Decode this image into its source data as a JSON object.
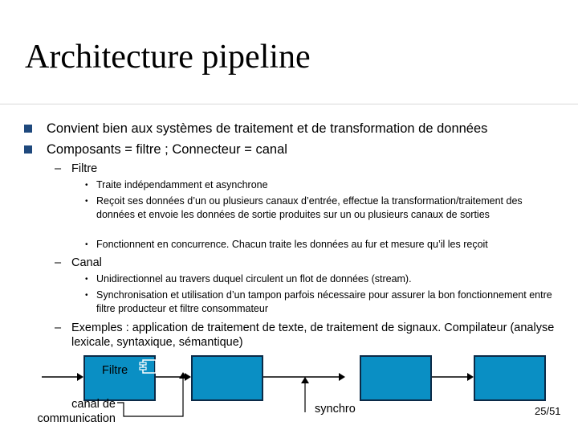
{
  "slide": {
    "title": "Architecture pipeline",
    "bullets": [
      "Convient bien aux systèmes de traitement et de transformation de données",
      "Composants = filtre ; Connecteur = canal"
    ],
    "filtre": {
      "label": "Filtre",
      "items": [
        "Traite indépendamment et asynchrone",
        "Reçoit ses données d’un ou plusieurs canaux d’entrée, effectue la transformation/traitement des données et envoie les données de sortie produites sur un ou plusieurs canaux de sorties",
        "Fonctionnent en concurrence. Chacun traite les données au fur et mesure qu’il les reçoit"
      ]
    },
    "canal": {
      "label": "Canal",
      "items": [
        "Unidirectionnel au travers duquel circulent un flot de données (stream).",
        "Synchronisation et utilisation d’un tampon parfois nécessaire pour assurer la bon fonctionnement entre filtre producteur et filtre consommateur"
      ]
    },
    "exemples": "Exemples : application de traitement de texte, de traitement de signaux. Compilateur (analyse lexicale, syntaxique, sémantique)"
  },
  "diagram": {
    "filter_label": "Filtre",
    "canal_label": "canal de communication",
    "synchro_label": "synchro",
    "box_color": "#0a8fc4",
    "box_border": "#0b2a47",
    "filter_icon": "component-icon"
  },
  "footer": {
    "page": "25/51"
  },
  "colors": {
    "bullet": "#1f497d"
  }
}
